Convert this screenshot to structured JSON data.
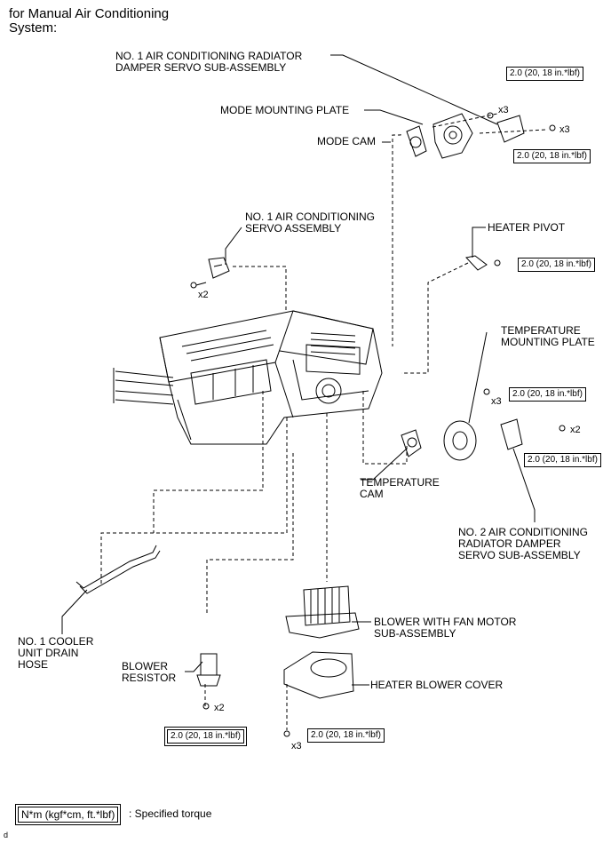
{
  "header": {
    "title": "for Manual Air Conditioning\nSystem:"
  },
  "labels": {
    "damper_servo_1": "NO. 1 AIR CONDITIONING RADIATOR\nDAMPER SERVO SUB-ASSEMBLY",
    "mode_plate": "MODE MOUNTING PLATE",
    "mode_cam": "MODE CAM",
    "servo_1": "NO. 1 AIR CONDITIONING\nSERVO ASSEMBLY",
    "heater_pivot": "HEATER PIVOT",
    "temp_plate": "TEMPERATURE\nMOUNTING PLATE",
    "temp_cam": "TEMPERATURE\nCAM",
    "damper_servo_2": "NO. 2 AIR CONDITIONING\nRADIATOR DAMPER\nSERVO SUB-ASSEMBLY",
    "drain_hose": "NO. 1 COOLER\nUNIT DRAIN\nHOSE",
    "blower_motor": "BLOWER WITH FAN MOTOR\nSUB-ASSEMBLY",
    "blower_resistor": "BLOWER\nRESISTOR",
    "blower_cover": "HEATER BLOWER COVER"
  },
  "torque": "2.0 (20, 18 in.*lbf)",
  "counts": {
    "x3": "x3",
    "x2": "x2"
  },
  "legend": {
    "key": "N*m (kgf*cm, ft.*lbf)",
    "desc": ": Specified torque"
  },
  "footer": {
    "mark": "d"
  }
}
